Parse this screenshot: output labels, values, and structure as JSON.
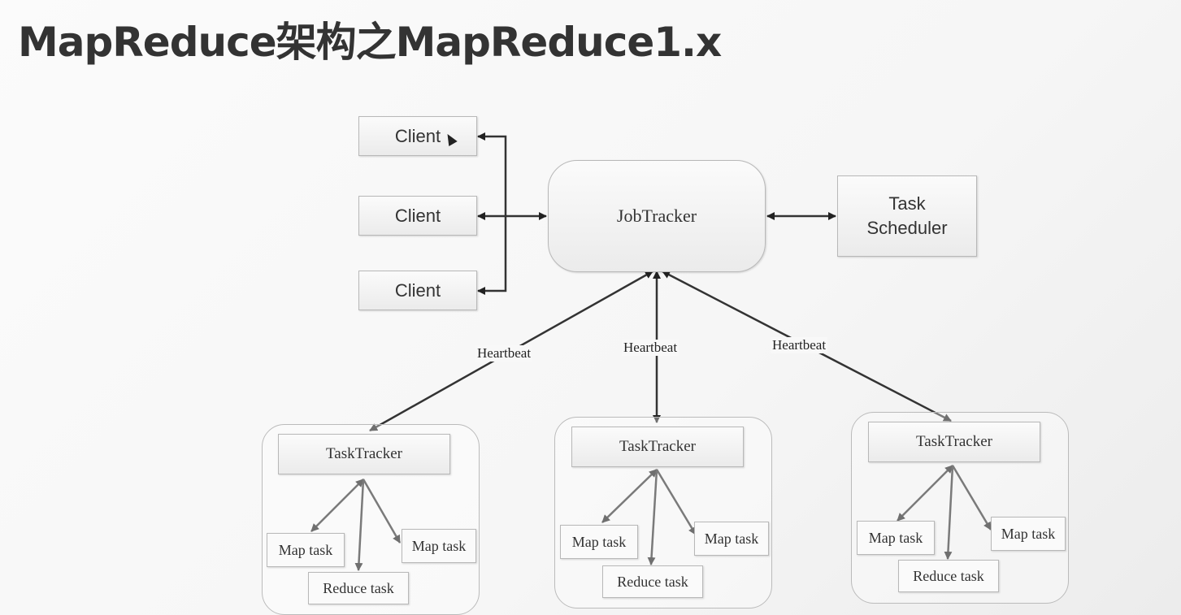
{
  "title": "MapReduce架构之MapReduce1.x",
  "clients": [
    "Client",
    "Client",
    "Client"
  ],
  "job_tracker": "JobTracker",
  "task_scheduler": {
    "line1": "Task",
    "line2": "Scheduler"
  },
  "heartbeat_labels": [
    "Heartbeat",
    "Heartbeat",
    "Heartbeat"
  ],
  "task_tracker_groups": [
    {
      "tracker": "TaskTracker",
      "map_left": "Map task",
      "map_right": "Map task",
      "reduce": "Reduce task"
    },
    {
      "tracker": "TaskTracker",
      "map_left": "Map task",
      "map_right": "Map task",
      "reduce": "Reduce task"
    },
    {
      "tracker": "TaskTracker",
      "map_left": "Map task",
      "map_right": "Map task",
      "reduce": "Reduce task"
    }
  ],
  "colors": {
    "line": "#222222",
    "box_border": "#b8b8b8",
    "title": "#333333"
  }
}
